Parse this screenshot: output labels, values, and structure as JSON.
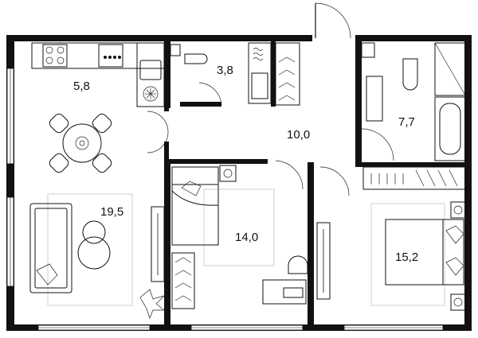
{
  "rooms": [
    {
      "id": "kitchen",
      "area": "5,8"
    },
    {
      "id": "wc",
      "area": "3,8"
    },
    {
      "id": "hall",
      "area": "10,0"
    },
    {
      "id": "bath",
      "area": "7,7"
    },
    {
      "id": "living",
      "area": "19,5"
    },
    {
      "id": "bedroom-1",
      "area": "14,0"
    },
    {
      "id": "bedroom-2",
      "area": "15,2"
    }
  ],
  "colors": {
    "wall": "#111111",
    "window": "#ffffff",
    "rug": "#cfcfcf"
  }
}
